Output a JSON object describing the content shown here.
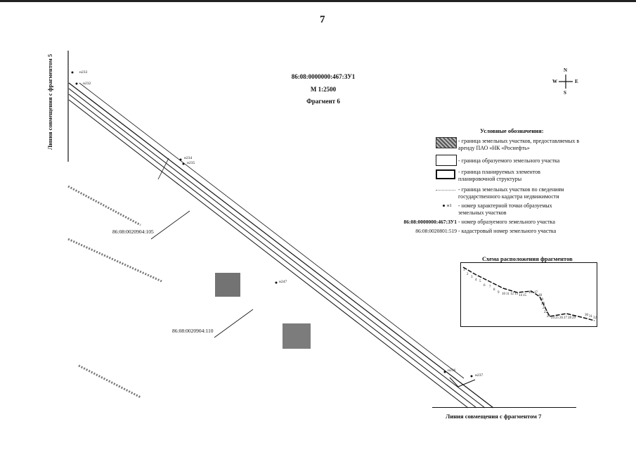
{
  "page_number": "7",
  "header": {
    "plot_number": "86:08:0000000:467:ЗУ1",
    "scale": "М 1:2500",
    "fragment": "Фрагмент 6"
  },
  "compass": {
    "n": "N",
    "s": "S",
    "w": "W",
    "e": "E"
  },
  "alignment_labels": {
    "left": "Линия совмещения с фрагментом 5",
    "bottom": "Линия совмещения с фрагментом 7"
  },
  "point_labels": {
    "p233": "н233",
    "p232": "н232",
    "p234": "н234",
    "p235": "н235",
    "p236": "н236",
    "p237": "н237",
    "p247": "н247"
  },
  "cadastral_labels": {
    "c105": "86:08:0020904:105",
    "c110": "86:08:0020904:110"
  },
  "legend": {
    "title": "Условные обозначения:",
    "items": {
      "lease": "- граница земельных участков, предоставляемых в аренду ПАО «НК «Роснефть»",
      "formed": "- граница образуемого земельного участка",
      "planned": "- граница планируемых элементов планировочной структуры",
      "gkn": "- граница земельных участков по сведениям государственного кадастра недвижимости",
      "point": "- номер характерной точки образуемых земельных участков",
      "formed_number": "- номер образуемого земельного участка",
      "cadastral_number": "- кадастровый номер земельного участка"
    },
    "samples": {
      "point": "н1",
      "formed_number": "86:08:0000000:467:ЗУ1",
      "cadastral_number": "86:08:0020801:519"
    }
  },
  "scheme": {
    "title": "Схема расположения фрагментов",
    "numbers": [
      "1",
      "2",
      "3",
      "4",
      "5",
      "6",
      "7",
      "8",
      "9",
      "10",
      "11",
      "12",
      "13",
      "14",
      "15",
      "16",
      "17",
      "18",
      "19",
      "20",
      "21",
      "22",
      "23",
      "24",
      "25",
      "26",
      "27",
      "28",
      "29",
      "30",
      "31",
      "32"
    ]
  },
  "colors": {
    "ink": "#111111",
    "hatch": "#777777"
  }
}
